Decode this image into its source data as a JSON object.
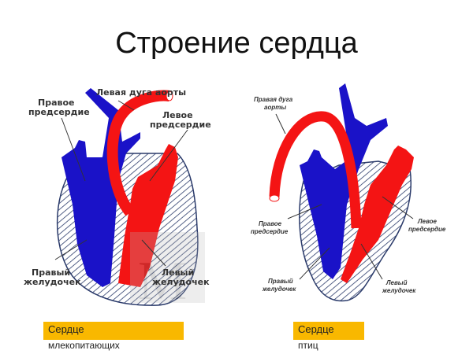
{
  "title": "Строение сердца",
  "mammal": {
    "labels": {
      "left_aortic_arch": "Левая дуга аорты",
      "right_atrium": [
        "Правое",
        "предсердие"
      ],
      "left_atrium": [
        "Левое",
        "предсердие"
      ],
      "right_ventricle": [
        "Правый",
        "желудочек"
      ],
      "left_ventricle": [
        "Левый",
        "желудочек"
      ]
    },
    "watermark": "КиМ",
    "caption_line1": "Сердце",
    "caption_line2": "млекопитающих"
  },
  "bird": {
    "labels": {
      "right_aortic_arch": [
        "Правая дуга",
        "аорты"
      ],
      "right_atrium": [
        "Правое",
        "предсердие"
      ],
      "left_atrium": [
        "Левое",
        "предсердие"
      ],
      "right_ventricle": [
        "Правый",
        "желудочек"
      ],
      "left_ventricle": [
        "Левый",
        "желудочек"
      ]
    },
    "caption_line1": "Сердце",
    "caption_line2": "птиц"
  },
  "colors": {
    "venous": "#1a12c8",
    "arterial": "#f41414",
    "caption_bg": "#f9b800"
  }
}
